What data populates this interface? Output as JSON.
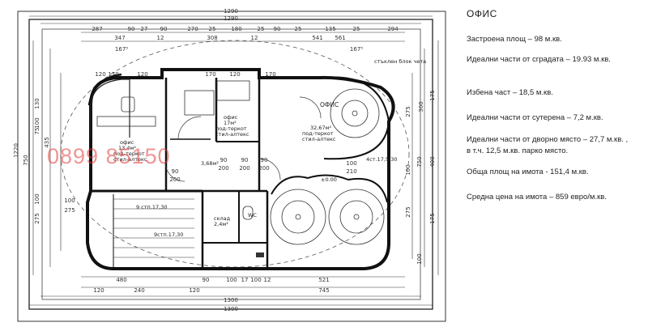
{
  "plan": {
    "watermark": "0899 85150",
    "dims": {
      "overall_top_1": "1290",
      "overall_top_2": "1290",
      "top_row": [
        "287",
        "90",
        "27",
        "90",
        "270",
        "25",
        "180",
        "25",
        "90",
        "25",
        "135",
        "25",
        "294"
      ],
      "top_row2": [
        "347",
        "12",
        "308",
        "12",
        "541",
        "561"
      ],
      "top_small": [
        "167⁵",
        "167⁵"
      ],
      "bottom_row1": [
        "480",
        "90",
        "100",
        "17",
        "100",
        "12",
        "521"
      ],
      "bottom_row2": [
        "120",
        "240",
        "120",
        "745"
      ],
      "overall_bottom_1": "1300",
      "overall_bottom_2": "1300",
      "left_col": [
        "130",
        "100",
        "75",
        "435",
        "750",
        "1220",
        "100",
        "275"
      ],
      "right_col": [
        "275",
        "300",
        "175",
        "400",
        "750",
        "100",
        "275",
        "175",
        "100"
      ],
      "doors": [
        "90",
        "200",
        "90",
        "200",
        "90",
        "200",
        "90",
        "200",
        "100",
        "210",
        "100",
        "275",
        "120",
        "170",
        "120",
        "170",
        "120",
        "170"
      ]
    },
    "rooms": {
      "office_right": "ОФИС",
      "office_right_area": "32,67м²",
      "office_right_floor1": "под-теркот",
      "office_right_floor2": "стил-алтекс",
      "office_mid": "офис",
      "office_mid_area": "17м²",
      "office_mid_floor1": "под-теркот",
      "office_mid_floor2": "стил-алтекс",
      "office_left": "офис",
      "office_left_area": "13,4м²",
      "office_left_floor1": "под-теркот",
      "office_left_floor2": "стил-алтекс",
      "hall_area": "3,68м²",
      "storage": "склад",
      "storage_area": "2,4м²",
      "wc": "WC",
      "stairs_top": "9 стп.17,30",
      "stairs_bottom": "9стп.17,30",
      "level": "±0.00",
      "window_note": "стъклен блок чета",
      "window_note2": "4ст.17,5/30"
    }
  },
  "info": {
    "title": "ОФИС",
    "lines": [
      "Застроена площ – 98 м.кв.",
      "Идеални части от сградата – 19.93 м.кв.",
      "Избена част – 18,5 м.кв.",
      "Идеални части от сутерена – 7,2 м.кв.",
      "Идеални части от дворно място – 27,7 м.кв. ,",
      "в т.ч. 12,5 м.кв. парко място.",
      "Обща площ на имота - 151,4 м.кв.",
      "Средна цена на имота – 859 евро/м.кв."
    ]
  }
}
